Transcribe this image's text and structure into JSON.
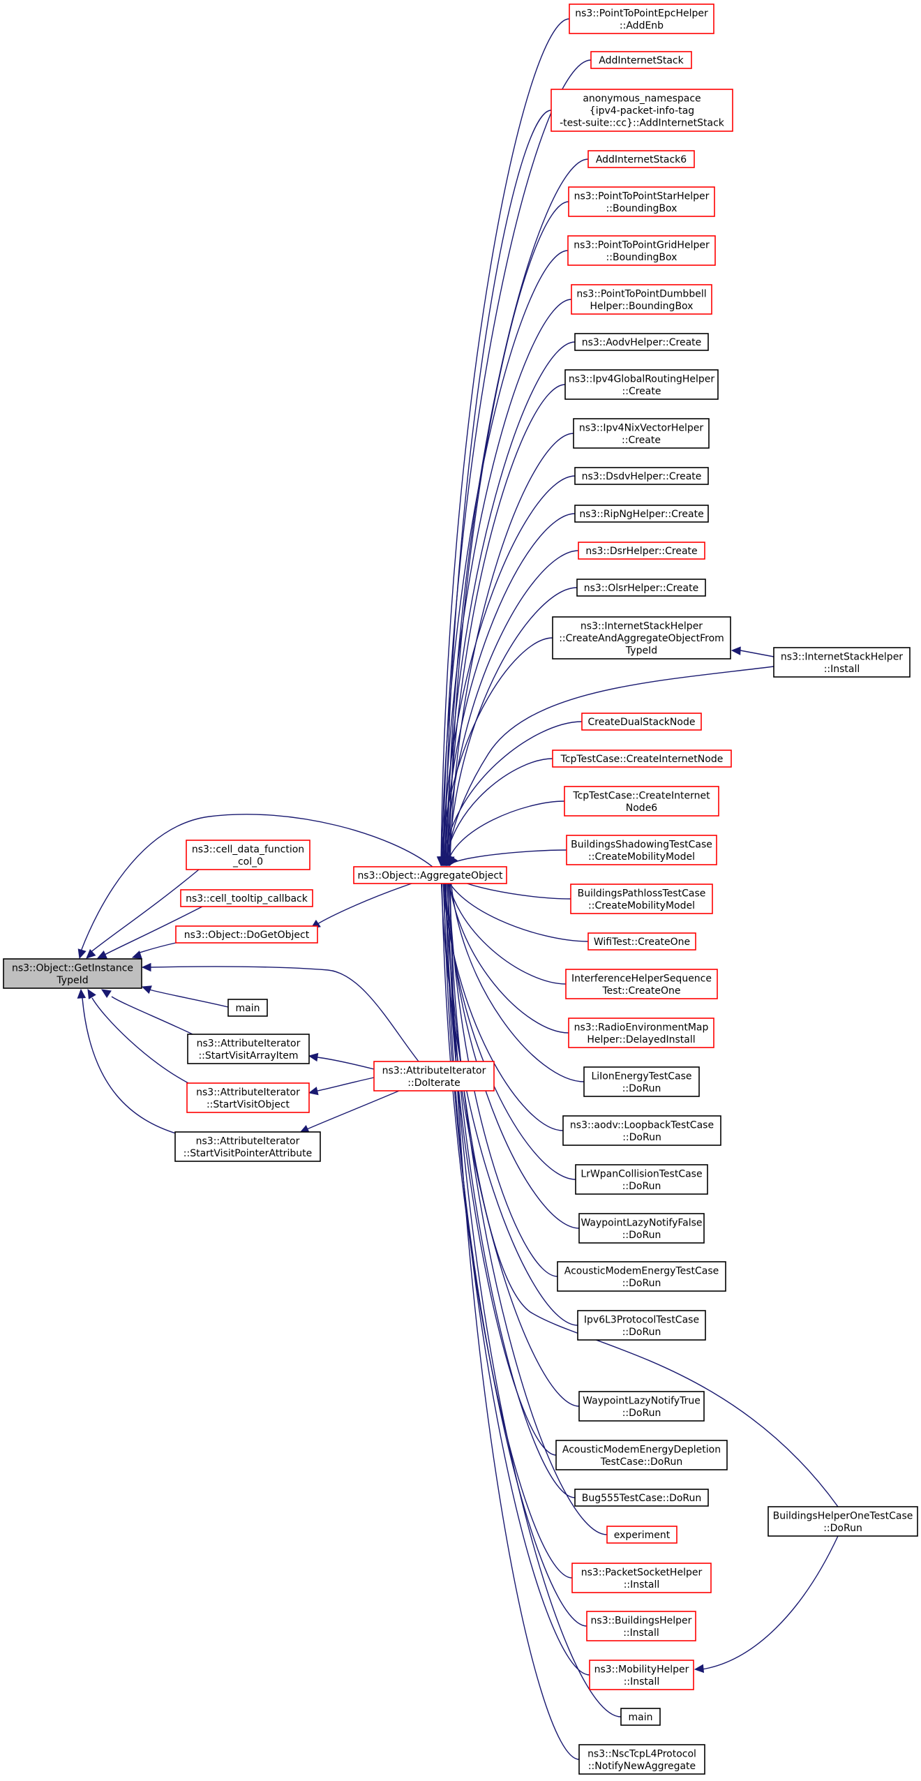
{
  "colors": {
    "edge": "#191970",
    "border_link": "#ff0000",
    "border_plain": "#000000",
    "fill_focus": "#bfbfbf",
    "fill_default": "#ffffff"
  },
  "nodes": {
    "getinstance": {
      "lines": [
        "ns3::Object::GetInstance",
        "TypeId"
      ],
      "style": "focus"
    },
    "cell_data": {
      "lines": [
        "ns3::cell_data_function",
        "_col_0"
      ],
      "style": "link"
    },
    "cell_tooltip": {
      "lines": [
        "ns3::cell_tooltip_callback"
      ],
      "style": "link"
    },
    "dogetobject": {
      "lines": [
        "ns3::Object::DoGetObject"
      ],
      "style": "link"
    },
    "main_left": {
      "lines": [
        "main"
      ],
      "style": "plain"
    },
    "svarray": {
      "lines": [
        "ns3::AttributeIterator",
        "::StartVisitArrayItem"
      ],
      "style": "plain"
    },
    "svobject": {
      "lines": [
        "ns3::AttributeIterator",
        "::StartVisitObject"
      ],
      "style": "link"
    },
    "svpointer": {
      "lines": [
        "ns3::AttributeIterator",
        "::StartVisitPointerAttribute"
      ],
      "style": "plain"
    },
    "aggregate": {
      "lines": [
        "ns3::Object::AggregateObject"
      ],
      "style": "link"
    },
    "doiterate": {
      "lines": [
        "ns3::AttributeIterator",
        "::DoIterate"
      ],
      "style": "link"
    },
    "addenb": {
      "lines": [
        "ns3::PointToPointEpcHelper",
        "::AddEnb"
      ],
      "style": "link"
    },
    "addinternetstack": {
      "lines": [
        "AddInternetStack"
      ],
      "style": "link"
    },
    "anon": {
      "lines": [
        "anonymous_namespace",
        "{ipv4-packet-info-tag",
        "-test-suite::cc}::AddInternetStack"
      ],
      "style": "link"
    },
    "addinternetstack6": {
      "lines": [
        "AddInternetStack6"
      ],
      "style": "link"
    },
    "bbstar": {
      "lines": [
        "ns3::PointToPointStarHelper",
        "::BoundingBox"
      ],
      "style": "link"
    },
    "bbgrid": {
      "lines": [
        "ns3::PointToPointGridHelper",
        "::BoundingBox"
      ],
      "style": "link"
    },
    "bbdumbbell": {
      "lines": [
        "ns3::PointToPointDumbbell",
        "Helper::BoundingBox"
      ],
      "style": "link"
    },
    "aodvcreate": {
      "lines": [
        "ns3::AodvHelper::Create"
      ],
      "style": "plain"
    },
    "ipv4globalcreate": {
      "lines": [
        "ns3::Ipv4GlobalRoutingHelper",
        "::Create"
      ],
      "style": "plain"
    },
    "ipv4nixcreate": {
      "lines": [
        "ns3::Ipv4NixVectorHelper",
        "::Create"
      ],
      "style": "plain"
    },
    "dsdvcreate": {
      "lines": [
        "ns3::DsdvHelper::Create"
      ],
      "style": "plain"
    },
    "ripngcreate": {
      "lines": [
        "ns3::RipNgHelper::Create"
      ],
      "style": "plain"
    },
    "dsrcreate": {
      "lines": [
        "ns3::DsrHelper::Create"
      ],
      "style": "link"
    },
    "olsrcreate": {
      "lines": [
        "ns3::OlsrHelper::Create"
      ],
      "style": "plain"
    },
    "createaggregate": {
      "lines": [
        "ns3::InternetStackHelper",
        "::CreateAndAggregateObjectFrom",
        "TypeId"
      ],
      "style": "plain"
    },
    "ishinstall": {
      "lines": [
        "ns3::InternetStackHelper",
        "::Install"
      ],
      "style": "plain"
    },
    "createdualstack": {
      "lines": [
        "CreateDualStackNode"
      ],
      "style": "link"
    },
    "tcpcreatenode": {
      "lines": [
        "TcpTestCase::CreateInternetNode"
      ],
      "style": "link"
    },
    "tcpcreatenode6": {
      "lines": [
        "TcpTestCase::CreateInternet",
        "Node6"
      ],
      "style": "link"
    },
    "bshadowing": {
      "lines": [
        "BuildingsShadowingTestCase",
        "::CreateMobilityModel"
      ],
      "style": "link"
    },
    "bpathloss": {
      "lines": [
        "BuildingsPathlossTestCase",
        "::CreateMobilityModel"
      ],
      "style": "link"
    },
    "wifitest": {
      "lines": [
        "WifiTest::CreateOne"
      ],
      "style": "link"
    },
    "interference": {
      "lines": [
        "InterferenceHelperSequence",
        "Test::CreateOne"
      ],
      "style": "link"
    },
    "radioenv": {
      "lines": [
        "ns3::RadioEnvironmentMap",
        "Helper::DelayedInstall"
      ],
      "style": "link"
    },
    "liion": {
      "lines": [
        "LiIonEnergyTestCase",
        "::DoRun"
      ],
      "style": "plain"
    },
    "aodvloopback": {
      "lines": [
        "ns3::aodv::LoopbackTestCase",
        "::DoRun"
      ],
      "style": "plain"
    },
    "lrwpan": {
      "lines": [
        "LrWpanCollisionTestCase",
        "::DoRun"
      ],
      "style": "plain"
    },
    "wplazyfalse": {
      "lines": [
        "WaypointLazyNotifyFalse",
        "::DoRun"
      ],
      "style": "plain"
    },
    "acousticenergy": {
      "lines": [
        "AcousticModemEnergyTestCase",
        "::DoRun"
      ],
      "style": "plain"
    },
    "ipv6l3": {
      "lines": [
        "Ipv6L3ProtocolTestCase",
        "::DoRun"
      ],
      "style": "plain"
    },
    "wplazytrue": {
      "lines": [
        "WaypointLazyNotifyTrue",
        "::DoRun"
      ],
      "style": "plain"
    },
    "acousticdepletion": {
      "lines": [
        "AcousticModemEnergyDepletion",
        "TestCase::DoRun"
      ],
      "style": "plain"
    },
    "bug555": {
      "lines": [
        "Bug555TestCase::DoRun"
      ],
      "style": "plain"
    },
    "experiment": {
      "lines": [
        "experiment"
      ],
      "style": "link"
    },
    "packetsocket": {
      "lines": [
        "ns3::PacketSocketHelper",
        "::Install"
      ],
      "style": "link"
    },
    "buildingsinstall": {
      "lines": [
        "ns3::BuildingsHelper",
        "::Install"
      ],
      "style": "link"
    },
    "mobilityinstall": {
      "lines": [
        "ns3::MobilityHelper",
        "::Install"
      ],
      "style": "link"
    },
    "main_right": {
      "lines": [
        "main"
      ],
      "style": "plain"
    },
    "nsctcp": {
      "lines": [
        "ns3::NscTcpL4Protocol",
        "::NotifyNewAggregate"
      ],
      "style": "plain"
    },
    "bhonetest": {
      "lines": [
        "BuildingsHelperOneTestCase",
        "::DoRun"
      ],
      "style": "plain"
    }
  }
}
